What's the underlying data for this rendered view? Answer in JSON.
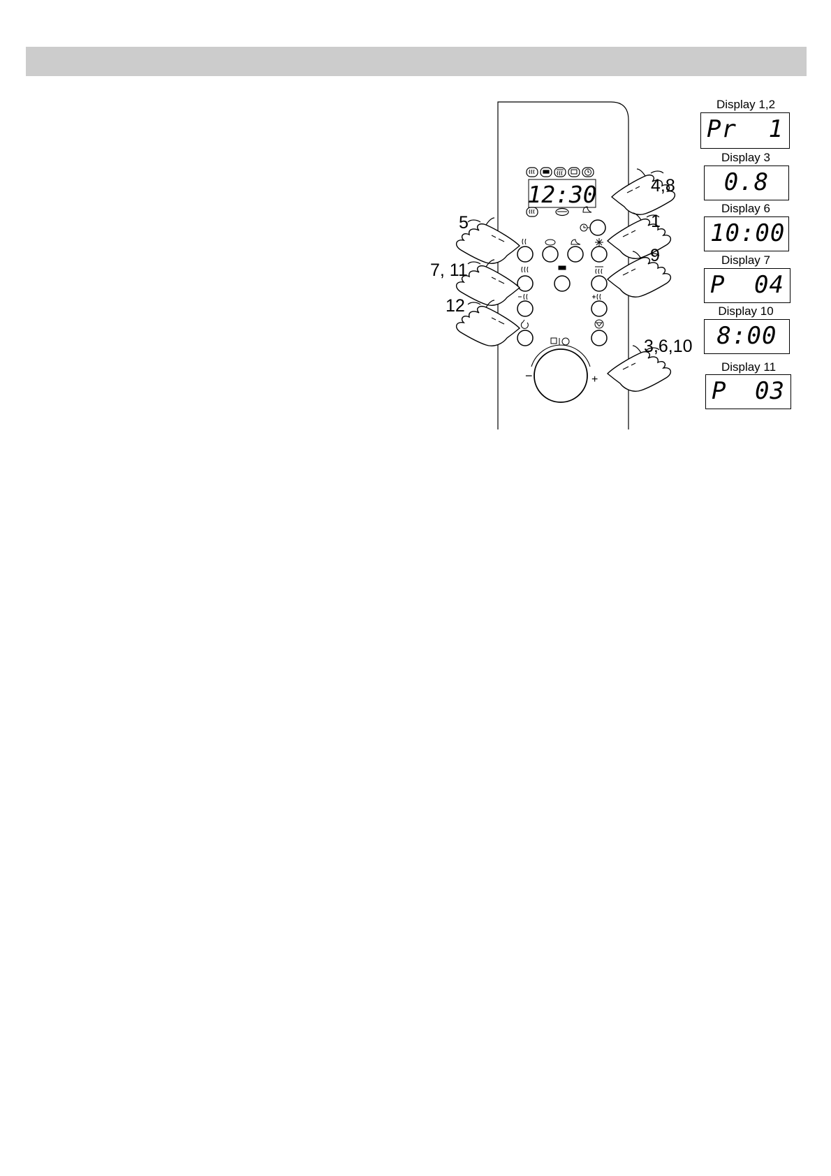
{
  "panel": {
    "clock_display": "12:30",
    "dial_minus": "−",
    "dial_plus": "+"
  },
  "callouts": [
    {
      "id": "c48",
      "text": "4,8"
    },
    {
      "id": "c1",
      "text": "1"
    },
    {
      "id": "c5",
      "text": "5"
    },
    {
      "id": "c9",
      "text": "9"
    },
    {
      "id": "c711",
      "text": "7, 11"
    },
    {
      "id": "c12",
      "text": "12"
    },
    {
      "id": "c3610",
      "text": "3,6,10"
    }
  ],
  "displays": [
    {
      "caption": "Display 1,2",
      "left": "Pr",
      "right": "1"
    },
    {
      "caption": "Display 3",
      "value": "0.8"
    },
    {
      "caption": "Display 6",
      "value": "10:00"
    },
    {
      "caption": "Display 7",
      "left": "P",
      "right": "04"
    },
    {
      "caption": "Display 10",
      "value": "8:00"
    },
    {
      "caption": "Display 11",
      "left": "P",
      "right": "03"
    }
  ],
  "icons": [
    "grill-icon",
    "fan-icon",
    "combi-icon",
    "defrost-icon",
    "clock-icon",
    "crisp-icon",
    "steam-icon",
    "start-icon",
    "stop-icon",
    "jet-start-icon",
    "hand-pointer-icon"
  ]
}
